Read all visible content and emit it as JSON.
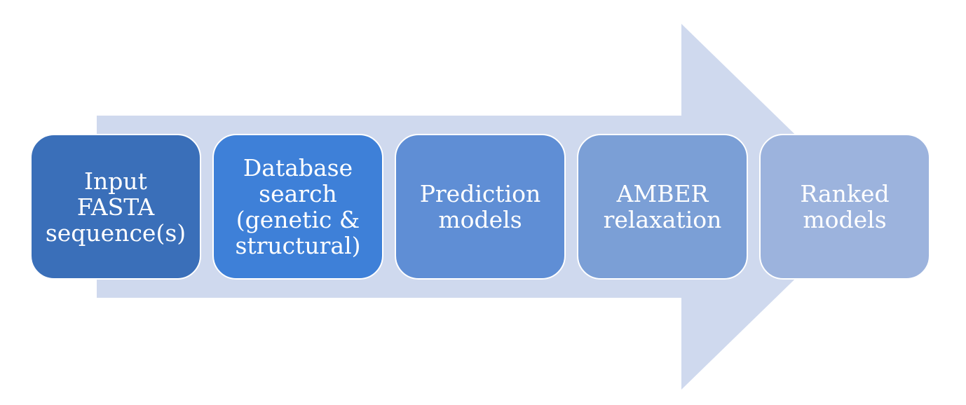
{
  "colors": {
    "arrow": "#cfd9ee",
    "step_fills": [
      "#3a6fb9",
      "#3e80d8",
      "#5f8ed5",
      "#7b9fd6",
      "#9cb3dd"
    ],
    "text": "#ffffff"
  },
  "steps": [
    {
      "label": "Input\nFASTA\nsequence(s)"
    },
    {
      "label": "Database\nsearch\n(genetic &\nstructural)"
    },
    {
      "label": "Prediction\nmodels"
    },
    {
      "label": "AMBER\nrelaxation"
    },
    {
      "label": "Ranked\nmodels"
    }
  ]
}
